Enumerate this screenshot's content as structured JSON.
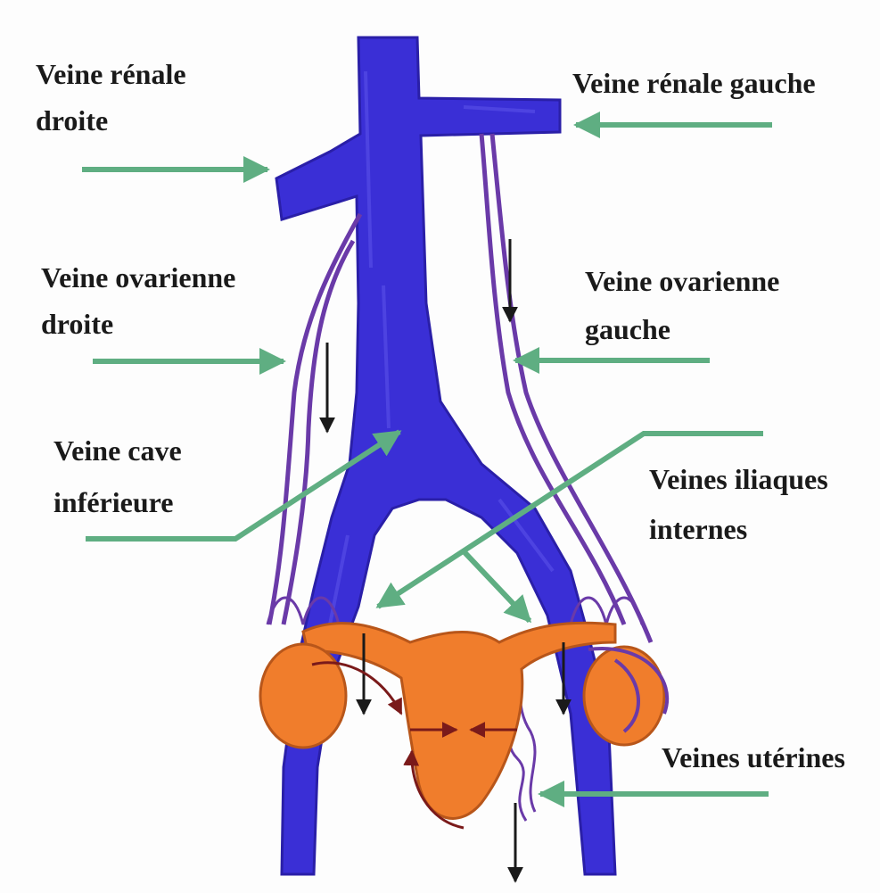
{
  "labels": {
    "renal_right_1": "Veine rénale",
    "renal_right_2": "droite",
    "renal_left": "Veine rénale gauche",
    "ovarian_right_1": "Veine ovarienne",
    "ovarian_right_2": "droite",
    "ovarian_left_1": "Veine ovarienne",
    "ovarian_left_2": "gauche",
    "cava_1": "Veine cave",
    "cava_2": "inférieure",
    "iliac_1": "Veines iliaques",
    "iliac_2": "internes",
    "uterine": "Veines utérines"
  },
  "colors": {
    "vein": "#3a2fd6",
    "vein_dark": "#2a1fa8",
    "small_vein": "#6a3aa8",
    "uterus": "#f07d2c",
    "uterus_outline": "#b8561a",
    "pointer": "#5fae82",
    "flow_arrow": "#1a1a1a",
    "uterine_flow_arrow": "#7a1a1a"
  }
}
